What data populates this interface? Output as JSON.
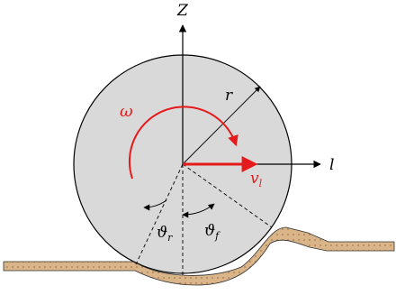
{
  "labels": {
    "z_axis": "Z",
    "l_axis": "l",
    "radius": "r",
    "omega": "ω",
    "velocity": "v",
    "velocity_sub": "l",
    "theta_r": "ϑ",
    "theta_r_sub": "r",
    "theta_f": "ϑ",
    "theta_f_sub": "f"
  },
  "colors": {
    "wheel_fill": "#d9d9d9",
    "soil_fill": "#d9b589",
    "soil_dots": "#a6764a",
    "accent": "#e41a1c",
    "line": "#000000"
  }
}
